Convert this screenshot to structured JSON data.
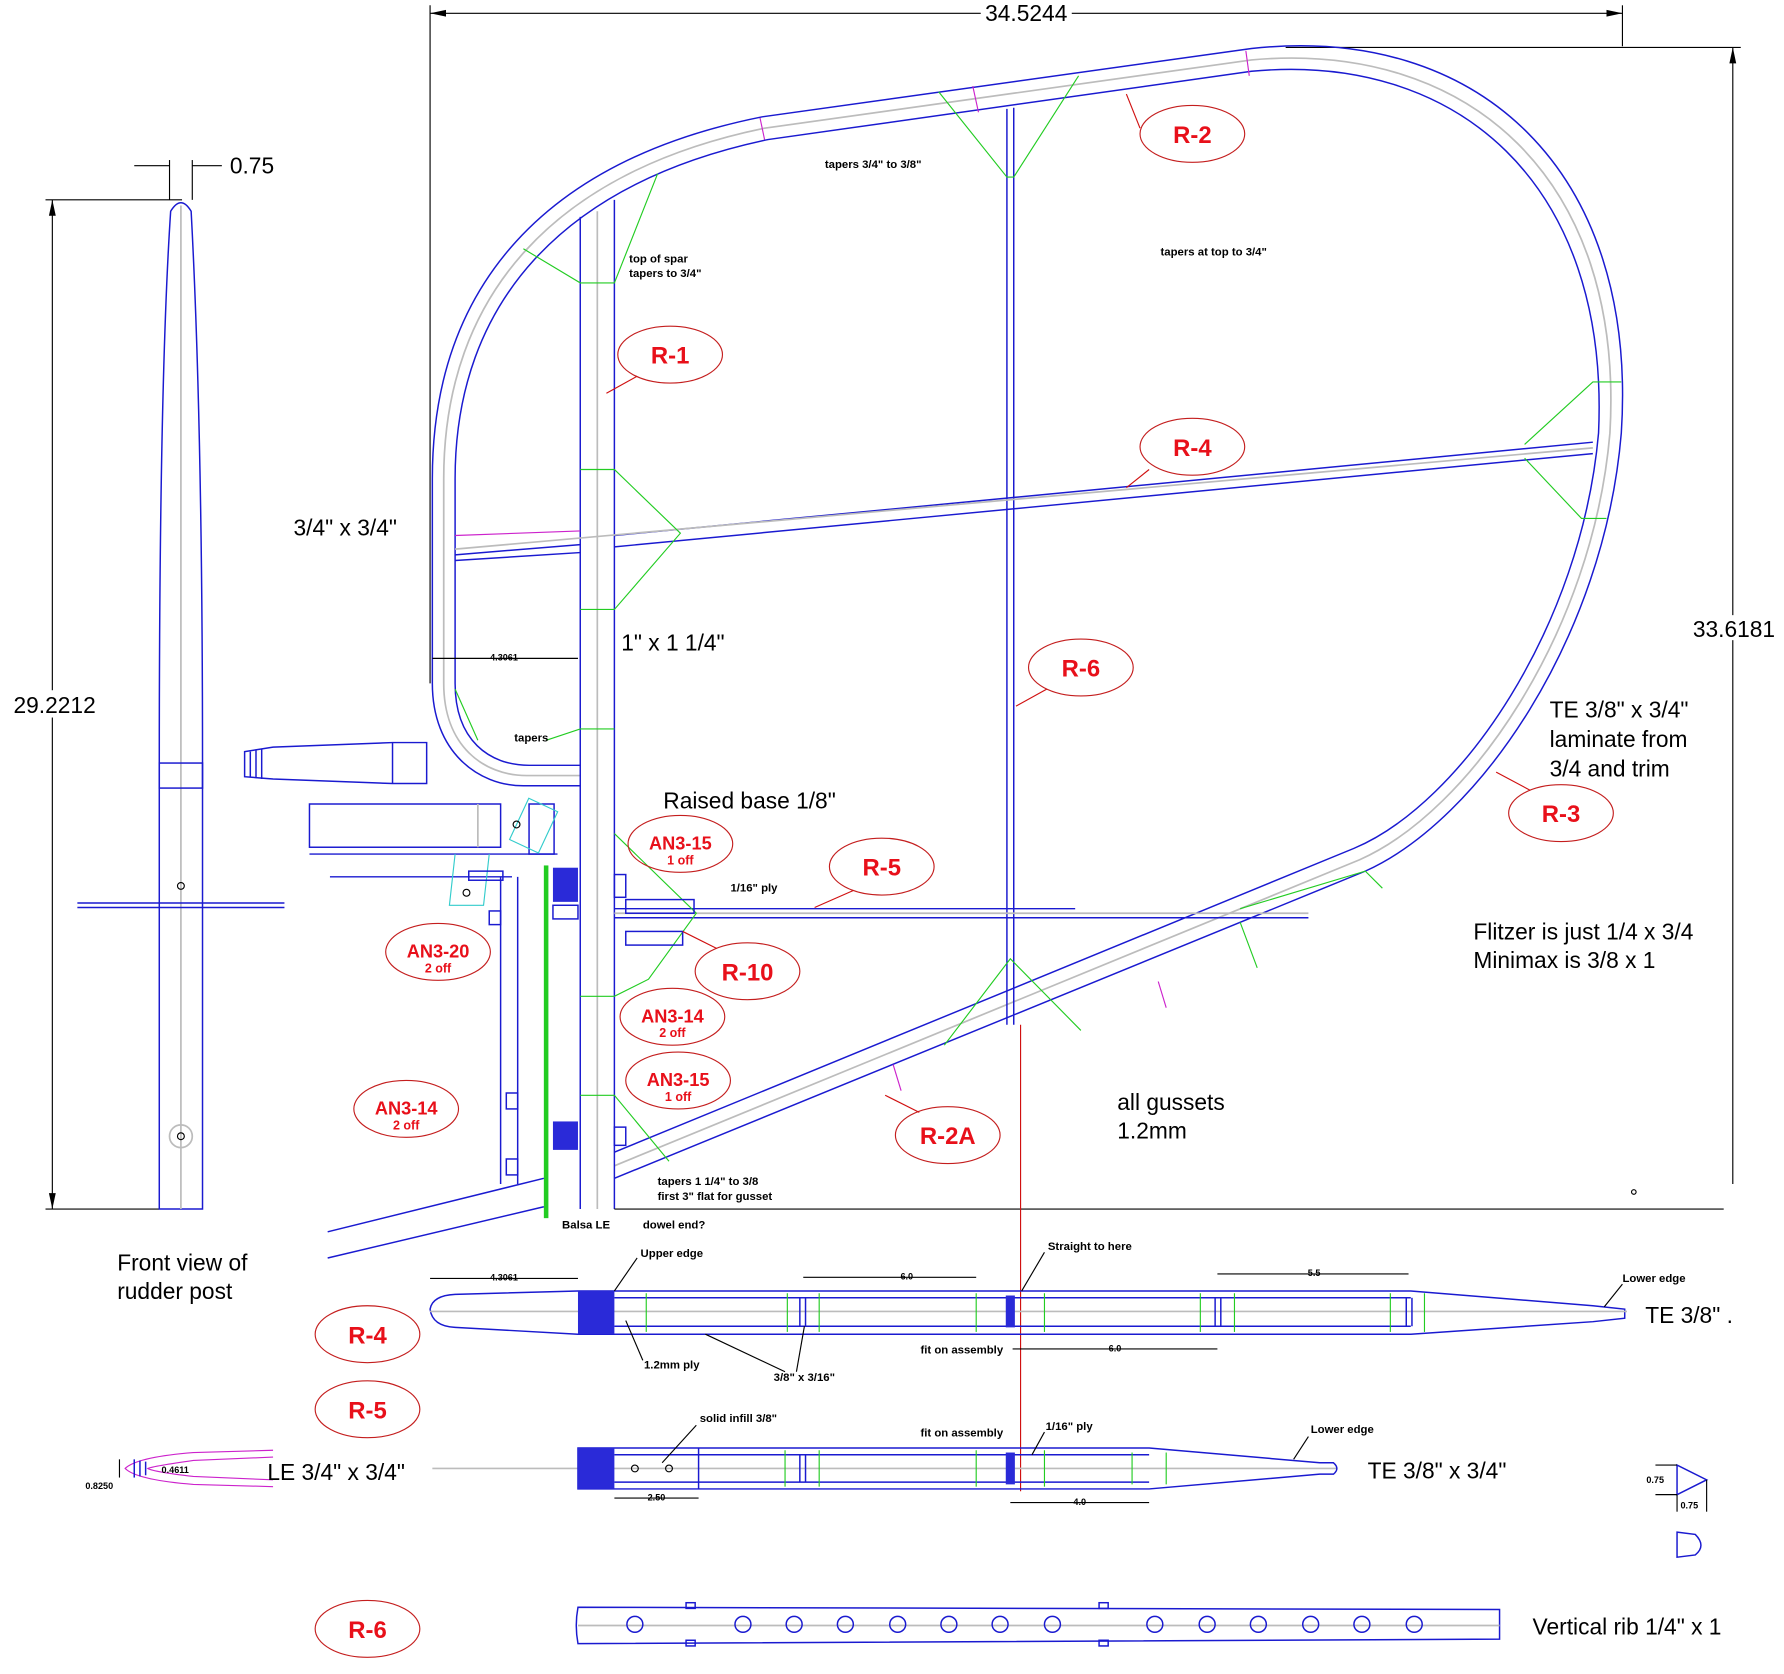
{
  "dimensions": {
    "overall_width": "34.5244",
    "overall_height": "33.6181",
    "post_height": "29.2212",
    "post_width": "0.75",
    "corner_offset": "4.3061",
    "r4_le_offset": "4.3061",
    "r4_span_a": "6.0",
    "r4_span_b": "5.5",
    "r4_span_c": "6.0",
    "r5_span_a": "2.50",
    "r5_span_b": "4.0",
    "le_outer": "0.8250",
    "le_inner": "0.4611",
    "te_h": "0.75",
    "te_w": "0.75"
  },
  "callouts": {
    "r1": "R-1",
    "r2": "R-2",
    "r2a": "R-2A",
    "r3": "R-3",
    "r4": "R-4",
    "r5": "R-5",
    "r6": "R-6",
    "r10": "R-10",
    "an3_15a": {
      "part": "AN3-15",
      "qty": "1 off"
    },
    "an3_15b": {
      "part": "AN3-15",
      "qty": "1 off"
    },
    "an3_20": {
      "part": "AN3-20",
      "qty": "2 off"
    },
    "an3_14a": {
      "part": "AN3-14",
      "qty": "2 off"
    },
    "an3_14b": {
      "part": "AN3-14",
      "qty": "2 off"
    },
    "detail_r4": "R-4",
    "detail_r5": "R-5",
    "detail_r6": "R-6"
  },
  "notes": {
    "tapers_top": "tapers 3/4\" to 3/8\"",
    "spar_top_1": "top of  spar",
    "spar_top_2": "tapers to 3/4\"",
    "tapers_at_top": "tapers at top to 3/4\"",
    "le_size": "3/4\" x 3/4\"",
    "spar_size": "1\" x 1 1/4\"",
    "tapers": "tapers",
    "raised_base": "Raised base 1/8\"",
    "ply_116": "1/16\" ply",
    "te_1": "TE 3/8\" x 3/4\"",
    "te_2": "laminate from",
    "te_3": "3/4 and trim",
    "flitzer": "Flitzer is just 1/4 x 3/4",
    "minimax": "Minimax is 3/8 x 1",
    "gussets_1": "all gussets",
    "gussets_2": "1.2mm",
    "spar_bottom_1": "tapers 1 1/4\" to 3/8",
    "spar_bottom_2": "first 3\" flat for gusset",
    "balsa_le": "Balsa LE",
    "dowel_end": "dowel end?",
    "front_view_1": "Front view of",
    "front_view_2": "rudder post",
    "upper_edge": "Upper edge",
    "straight": "Straight to here",
    "lower_edge_r4": "Lower edge",
    "te_r4": "TE 3/8\" .",
    "ply_12": "1.2mm ply",
    "cap_strip": "3/8\" x 3/16\"",
    "fit_assembly_1": "fit on assembly",
    "solid_infill": "solid infill 3/8\"",
    "fit_assembly_2": "fit on assembly",
    "ply_116_b": "1/16\" ply",
    "lower_edge_r5": "Lower edge",
    "le_r5": "LE 3/4\" x 3/4\"",
    "te_r5": "TE 3/8\" x 3/4\"",
    "vertical_rib": "Vertical rib 1/4\" x 1"
  }
}
